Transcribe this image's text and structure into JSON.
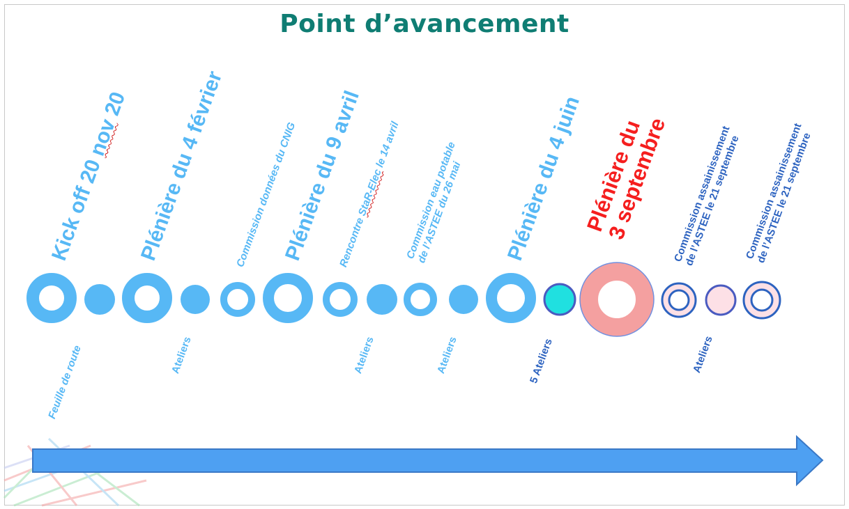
{
  "title": "Point d’avancement",
  "events": [
    {
      "id": "kickoff",
      "text_a": "Kick off 20 ",
      "text_u": "nov",
      "text_b": " 20"
    },
    {
      "id": "pleniere-fevrier",
      "text": "Plénière du 4 février"
    },
    {
      "id": "commission-cnig",
      "text": "Commission données du CNIG"
    },
    {
      "id": "pleniere-avril",
      "text": "Plénière du 9 avril"
    },
    {
      "id": "rencontre-starelec",
      "text_a": "Rencontre ",
      "text_u": "StaR-Elec",
      "text_b": " le 14 avril"
    },
    {
      "id": "commission-eau",
      "line1": "Commission eau potable",
      "line2": "de l’ASTEE du 26 mai"
    },
    {
      "id": "pleniere-juin",
      "text": "Plénière du 4 juin"
    },
    {
      "id": "pleniere-septembre",
      "line1": "Plénière du",
      "line2": "3 septembre"
    },
    {
      "id": "commission-assainissement-1",
      "line1": "Commission assainissement",
      "line2": "de l’ASTEE le 21 septembre"
    },
    {
      "id": "commission-assainissement-2",
      "line1": "Commission assainissement",
      "line2": "de l’ASTEE le 21 septembre"
    }
  ],
  "below_labels": [
    {
      "id": "feuille-de-route",
      "text": "Feuille de route"
    },
    {
      "id": "ateliers-1",
      "text": "Ateliers"
    },
    {
      "id": "ateliers-2",
      "text": "Ateliers"
    },
    {
      "id": "ateliers-3",
      "text": "Ateliers"
    },
    {
      "id": "5-ateliers",
      "text": "5 Ateliers"
    },
    {
      "id": "ateliers-4",
      "text": "Ateliers"
    }
  ],
  "colors": {
    "title": "#0f7d73",
    "past": "#57b8f5",
    "future_outline": "#2d63c0",
    "highlight": "#f51e1e",
    "milestone_fill": "#f4a0a0",
    "arrow": "#4ea0f2"
  }
}
